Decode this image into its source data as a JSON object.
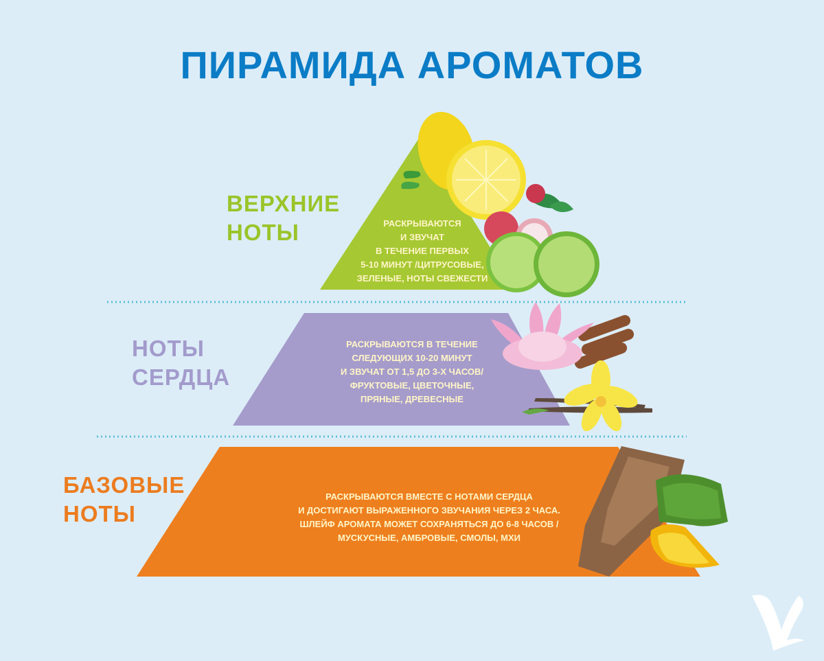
{
  "title": "ПИРАМИДА АРОМАТОВ",
  "colors": {
    "background": "#dcedf8",
    "title": "#0b7cc6",
    "top": "#a6c832",
    "middle": "#a59ccb",
    "base": "#ee7f1e",
    "divider": "#5bbfd6"
  },
  "levels": [
    {
      "label_lines": [
        "ВЕРХНИЕ",
        "НОТЫ"
      ],
      "description_lines": [
        "РАСКРЫВАЮТСЯ",
        "И ЗВУЧАТ",
        "В ТЕЧЕНИЕ ПЕРВЫХ",
        "5-10 МИНУТ /ЦИТРУСОВЫЕ,",
        "ЗЕЛЕНЫЕ, НОТЫ СВЕЖЕСТИ"
      ],
      "images": [
        "lemon",
        "lychee",
        "lime",
        "leaves"
      ]
    },
    {
      "label_lines": [
        "НОТЫ",
        "СЕРДЦА"
      ],
      "description_lines": [
        "РАСКРЫВАЮТСЯ В ТЕЧЕНИЕ",
        "СЛЕДУЮЩИХ 10-20 МИНУТ",
        "И ЗВУЧАТ ОТ 1,5 ДО 3-Х ЧАСОВ/",
        "ФРУКТОВЫЕ, ЦВЕТОЧНЫЕ,",
        "ПРЯНЫЕ, ДРЕВЕСНЫЕ"
      ],
      "images": [
        "lotus",
        "cinnamon",
        "vanilla-flower",
        "vanilla-pods"
      ]
    },
    {
      "label_lines": [
        "БАЗОВЫЕ",
        "НОТЫ"
      ],
      "description_lines": [
        "РАСКРЫВАЮТСЯ ВМЕСТЕ С  НОТАМИ СЕРДЦА",
        "И ДОСТИГАЮТ ВЫРАЖЕННОГО ЗВУЧАНИЯ ЧЕРЕЗ 2 ЧАСА.",
        "ШЛЕЙФ АРОМАТА МОЖЕТ СОХРАНЯТЬСЯ ДО 6-8 ЧАСОВ /",
        "МУСКУСНЫЕ, АМБРОВЫЕ, СМОЛЫ, МХИ"
      ],
      "images": [
        "bark",
        "moss",
        "amber"
      ]
    }
  ],
  "logo": "bird-v-logo"
}
